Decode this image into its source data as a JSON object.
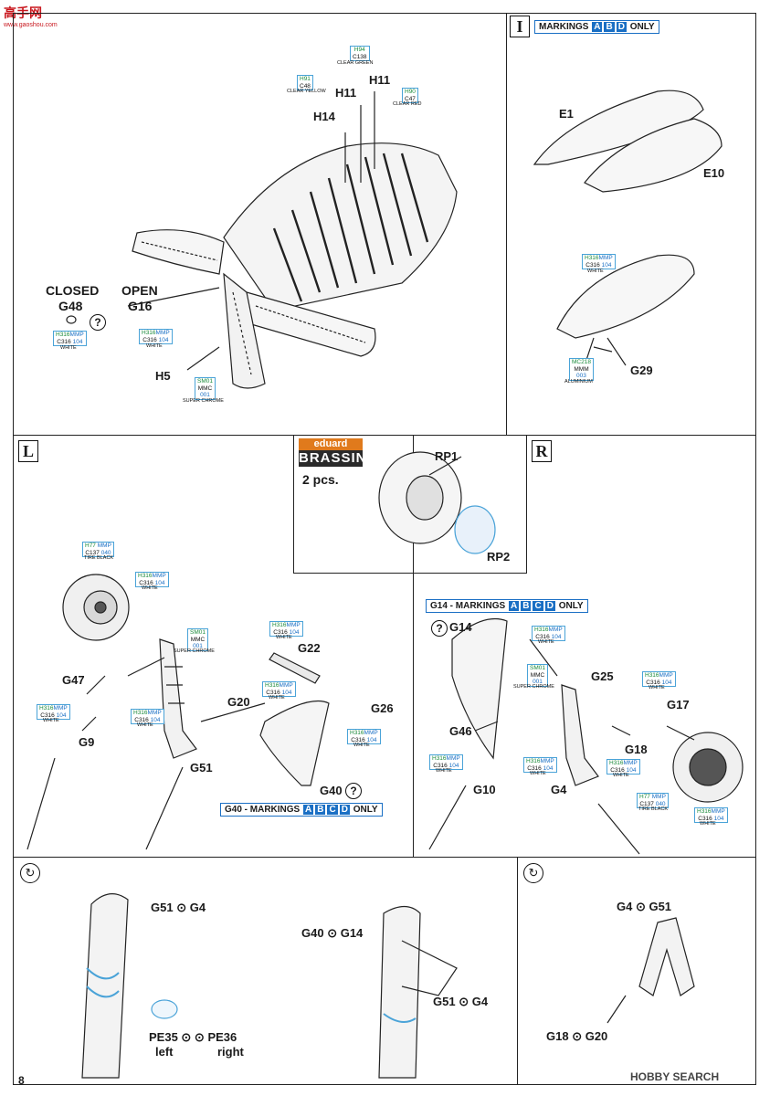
{
  "watermark": {
    "site_line1": "高手网",
    "site_line2": "www.gaoshou.com",
    "right": "HOBBY SEARCH"
  },
  "page_number": "8",
  "sections": {
    "tail": {
      "parts": {
        "h11a": "H11",
        "h11b": "H11",
        "h14": "H14",
        "g48": "G48",
        "g16": "G16",
        "h5": "H5"
      },
      "labels": {
        "closed": "CLOSED",
        "open": "OPEN"
      },
      "paints": {
        "green": {
          "code1": "H94",
          "code2": "C138",
          "name": "CLEAR GREEN"
        },
        "yellow": {
          "code1": "H91",
          "code2": "C48",
          "name": "CLEAR YELLOW"
        },
        "red": {
          "code1": "H90",
          "code2": "C47",
          "name": "CLEAR RED"
        },
        "white_g48": {
          "code1": "H316",
          "brand": "MMP",
          "code2": "C316",
          "code3": "104",
          "name": "WHITE"
        },
        "white_g16": {
          "code1": "H316",
          "brand": "MMP",
          "code2": "C316",
          "code3": "104",
          "name": "WHITE"
        },
        "chrome_h5": {
          "code1": "SM01",
          "code2": "MMC",
          "code3": "001",
          "name": "SUPER CHROME"
        }
      }
    },
    "I": {
      "step": "I",
      "markings": {
        "prefix": "MARKINGS",
        "letters": [
          "A",
          "B",
          "D"
        ],
        "suffix": "ONLY"
      },
      "parts": {
        "e1": "E1",
        "e10": "E10",
        "g29": "G29"
      },
      "paints": {
        "white": {
          "code1": "H316",
          "brand": "MMP",
          "code2": "C316",
          "code3": "104",
          "name": "WHITE"
        },
        "alu": {
          "code1": "MC218",
          "code2": "MMM",
          "code3": "003",
          "name": "ALUMINIUM"
        }
      }
    },
    "L": {
      "step": "L",
      "parts": {
        "g22": "G22",
        "g47": "G47",
        "g9": "G9",
        "g20": "G20",
        "g26": "G26",
        "g51": "G51",
        "g40": "G40"
      },
      "markings": {
        "prefix": "G40 - MARKINGS",
        "letters": [
          "A",
          "B",
          "C",
          "D"
        ],
        "suffix": "ONLY"
      },
      "paints": {
        "tire": {
          "code1": "H77",
          "brand": "MMP",
          "code2": "C137",
          "code3": "040",
          "name": "TIRE BLACK"
        },
        "wheel_white": {
          "code1": "H316",
          "brand": "MMP",
          "code2": "C316",
          "code3": "104",
          "name": "WHITE"
        },
        "chrome": {
          "code1": "SM01",
          "code2": "MMC",
          "code3": "001",
          "name": "SUPER CHROME"
        },
        "g22_white": {
          "code1": "H316",
          "brand": "MMP",
          "code2": "C316",
          "code3": "104",
          "name": "WHITE"
        },
        "g20_white": {
          "code1": "H316",
          "brand": "MMP",
          "code2": "C316",
          "code3": "104",
          "name": "WHITE"
        },
        "g47_white": {
          "code1": "H316",
          "brand": "MMP",
          "code2": "C316",
          "code3": "104",
          "name": "WHITE"
        },
        "g51_white": {
          "code1": "H316",
          "brand": "MMP",
          "code2": "C316",
          "code3": "104",
          "name": "WHITE"
        },
        "g26_white": {
          "code1": "H316",
          "brand": "MMP",
          "code2": "C316",
          "code3": "104",
          "name": "WHITE"
        }
      }
    },
    "brassin": {
      "brand_top": "eduard",
      "brand_bottom": "BRASSIN",
      "qty": "2 pcs.",
      "rp1": "RP1",
      "rp2": "RP2"
    },
    "R": {
      "step": "R",
      "markings": {
        "prefix": "G14 - MARKINGS",
        "letters": [
          "A",
          "B",
          "C",
          "D"
        ],
        "suffix": "ONLY"
      },
      "parts": {
        "g14": "G14",
        "g25": "G25",
        "g17": "G17",
        "g46": "G46",
        "g18": "G18",
        "g10": "G10",
        "g4": "G4"
      },
      "paints": {
        "g14_white": {
          "code1": "H316",
          "brand": "MMP",
          "code2": "C316",
          "code3": "104",
          "name": "WHITE"
        },
        "chrome": {
          "code1": "SM01",
          "code2": "MMC",
          "code3": "001",
          "name": "SUPER CHROME"
        },
        "g25_white": {
          "code1": "H316",
          "brand": "MMP",
          "code2": "C316",
          "code3": "104",
          "name": "WHITE"
        },
        "g46_white": {
          "code1": "H316",
          "brand": "MMP",
          "code2": "C316",
          "code3": "104",
          "name": "WHITE"
        },
        "g4_white": {
          "code1": "H316",
          "brand": "MMP",
          "code2": "C316",
          "code3": "104",
          "name": "WHITE"
        },
        "g18_white": {
          "code1": "H316",
          "brand": "MMP",
          "code2": "C316",
          "code3": "104",
          "name": "WHITE"
        },
        "tire": {
          "code1": "H77",
          "brand": "MMP",
          "code2": "C137",
          "code3": "040",
          "name": "TIRE BLACK"
        },
        "wheel_white": {
          "code1": "H316",
          "brand": "MMP",
          "code2": "C316",
          "code3": "104",
          "name": "WHITE"
        }
      }
    },
    "detail_left": {
      "a1": "G51",
      "a2": "G4",
      "b1": "PE35",
      "b2": "PE36",
      "b_left": "left",
      "b_right": "right"
    },
    "detail_mid": {
      "a1": "G40",
      "a2": "G14",
      "b1": "G51",
      "b2": "G4"
    },
    "detail_right": {
      "a1": "G4",
      "a2": "G51",
      "b1": "G18",
      "b2": "G20"
    }
  }
}
